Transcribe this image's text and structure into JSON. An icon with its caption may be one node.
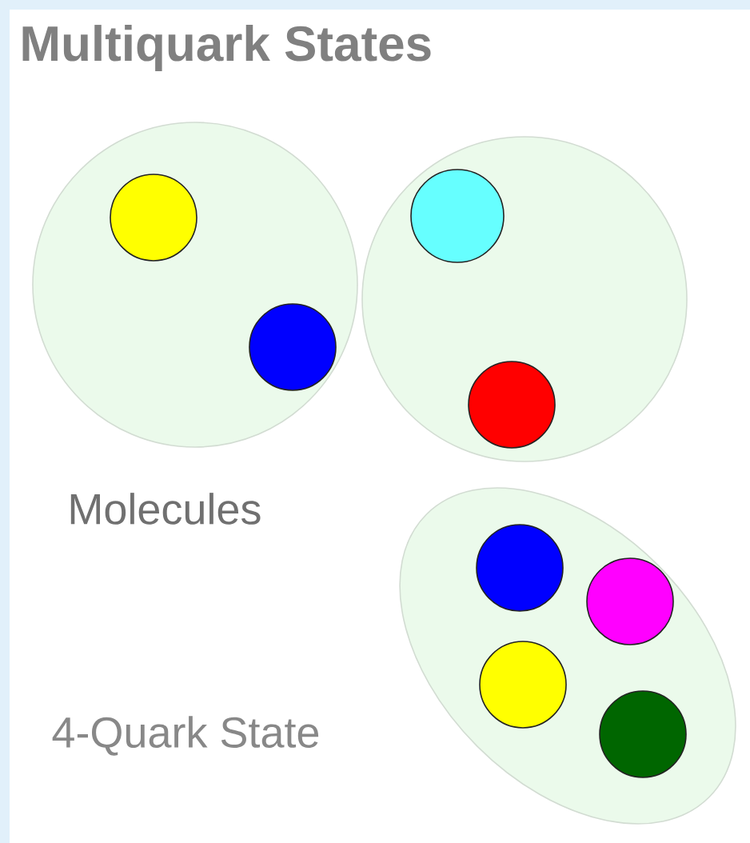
{
  "diagram": {
    "title": "Multiquark States",
    "nodes": [
      {
        "text": [],
        "shape": "circle"
      },
      {
        "text": [],
        "shape": "circle"
      },
      {
        "text": [],
        "shape": "ellipse"
      },
      {
        "text": [],
        "shape": "circle",
        "in": 0
      },
      {
        "text": [],
        "shape": "circle",
        "in": 0
      },
      {
        "text": [],
        "shape": "circle",
        "in": 1
      },
      {
        "text": [],
        "shape": "circle",
        "in": 1
      },
      {
        "text": [],
        "shape": "circle",
        "in": 2
      },
      {
        "text": [],
        "shape": "circle",
        "in": 2
      },
      {
        "text": [],
        "shape": "circle",
        "in": 2
      },
      {
        "text": [],
        "shape": "circle",
        "in": 2
      }
    ],
    "labels": [
      "Molecules",
      "4-Quark State"
    ]
  }
}
